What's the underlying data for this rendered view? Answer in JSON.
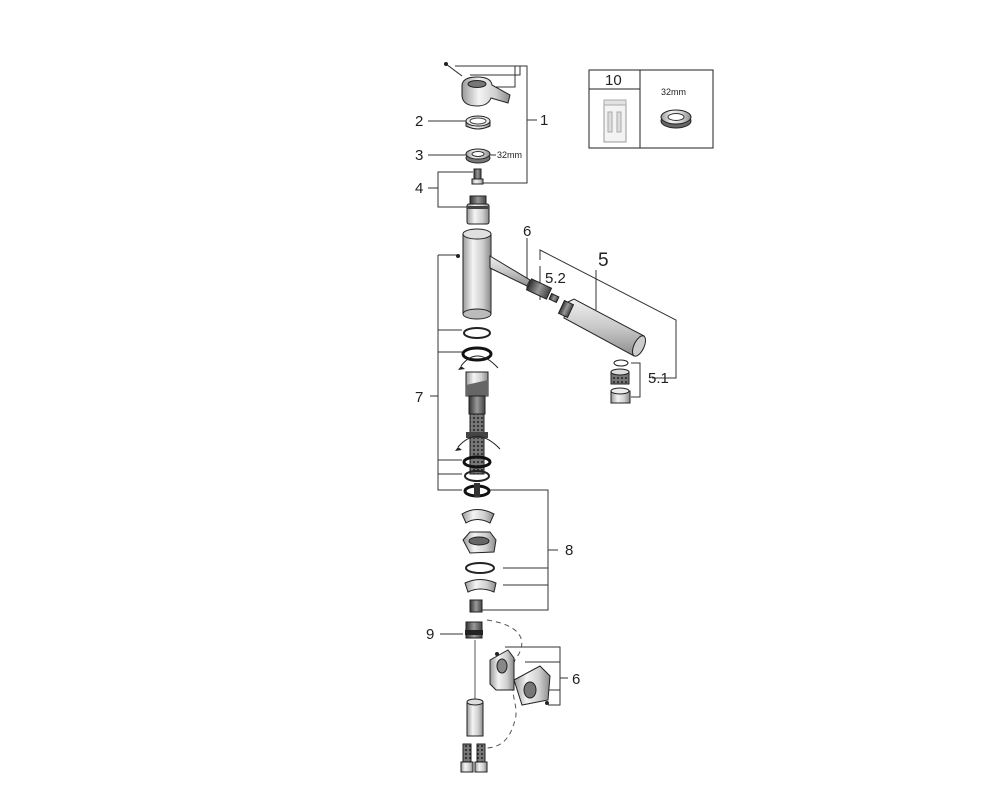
{
  "callouts": {
    "c1": "1",
    "c2": "2",
    "c3": "3",
    "c4": "4",
    "c5": "5",
    "c5_1": "5.1",
    "c5_2": "5.2",
    "c6_top": "6",
    "c6_bottom": "6",
    "c7": "7",
    "c8": "8",
    "c9": "9"
  },
  "dimensions": {
    "nut_size": "32mm"
  },
  "tool_box": {
    "number": "10",
    "size_label": "32mm"
  }
}
